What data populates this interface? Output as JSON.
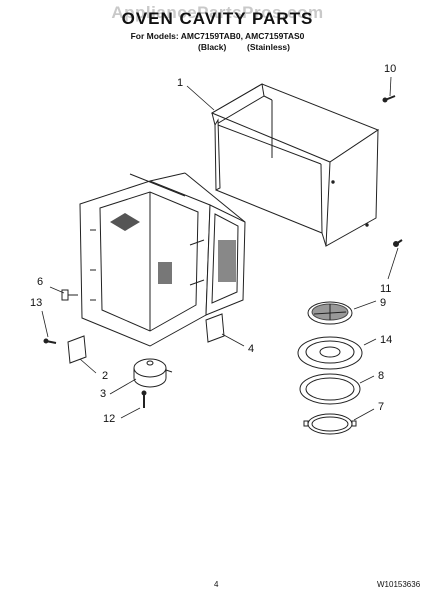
{
  "header": {
    "watermark": "AppliancePartsPros.com",
    "title": "OVEN CAVITY PARTS",
    "models_line": "For Models: AMC7159TAB0, AMC7159TAS0",
    "variant_black": "(Black)",
    "variant_stainless": "(Stainless)"
  },
  "callouts": {
    "c1": "1",
    "c2": "2",
    "c3": "3",
    "c4": "4",
    "c6": "6",
    "c7": "7",
    "c8": "8",
    "c9": "9",
    "c10": "10",
    "c11": "11",
    "c12": "12",
    "c13": "13",
    "c14": "14"
  },
  "footer": {
    "page_number": "4",
    "doc_number": "W10153636"
  }
}
